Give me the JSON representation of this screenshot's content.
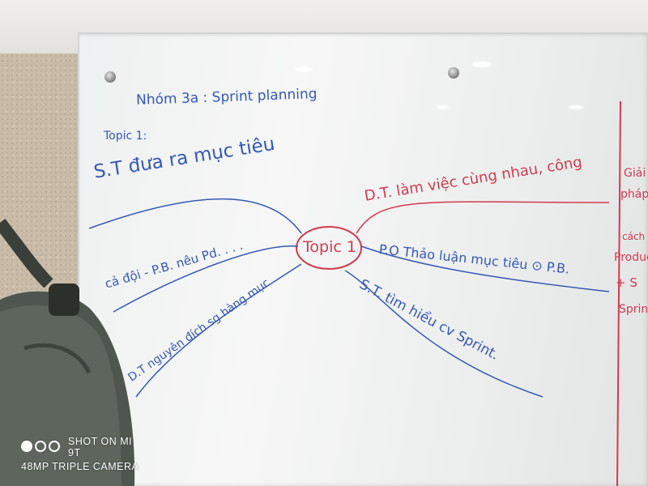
{
  "photo": {
    "watermark": {
      "line1": "SHOT ON MI 9T",
      "line2": "48MP TRIPLE CAMERA"
    }
  },
  "whiteboard": {
    "heading": "Nhóm 3a : Sprint planning",
    "topic_label": "Topic 1:",
    "center_node": "Topic 1",
    "branches_left": [
      "S.T đưa ra mục tiêu",
      "cả đội - P.B. nêu Pd. . . .",
      "D.T nguyên đích sg hàng mục"
    ],
    "branches_right": [
      "D.T. làm việc cùng nhau, công",
      "P.O Thảo luận mục tiêu ⊙ P.B.",
      "S.T. tìm hiểu cv Sprint."
    ],
    "side_notes": [
      "Giải",
      "pháp",
      "cách",
      "Produc",
      "+ S",
      "Sprin"
    ]
  },
  "colors": {
    "blue_marker": "#3558b6",
    "red_marker": "#d23a4e"
  }
}
